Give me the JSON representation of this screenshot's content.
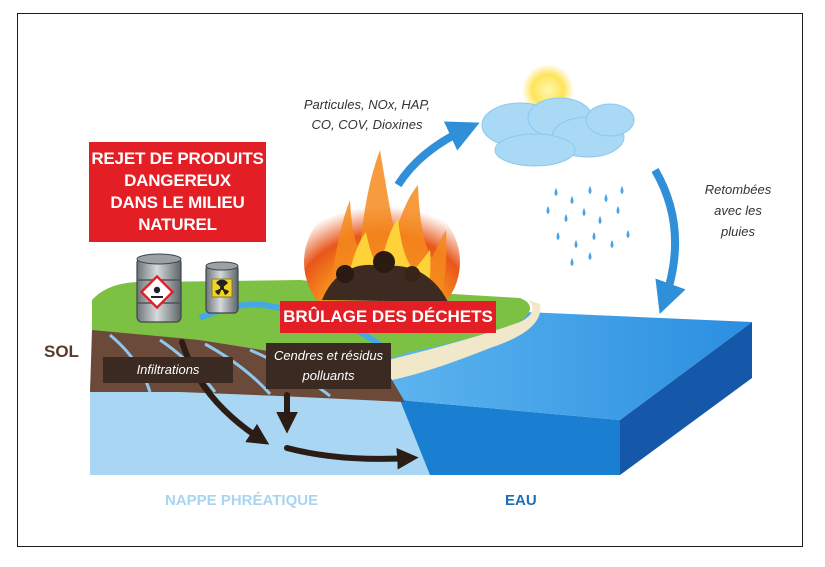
{
  "labels": {
    "rejet_line1": "REJET DE PRODUITS",
    "rejet_line2": "DANGEREUX",
    "rejet_line3": "DANS LE MILIEU",
    "rejet_line4": "NATUREL",
    "brulage": "BRÛLAGE DES DÉCHETS",
    "emissions_line1": "Particules, NOx, HAP,",
    "emissions_line2": "CO, COV, Dioxines",
    "retombees_line1": "Retombées",
    "retombees_line2": "avec les",
    "retombees_line3": "pluies",
    "sol": "SOL",
    "infiltrations": "Infiltrations",
    "cendres_line1": "Cendres et résidus",
    "cendres_line2": "polluants",
    "nappe": "NAPPE PHRÉATIQUE",
    "eau": "EAU"
  },
  "colors": {
    "red": "#e31e24",
    "grass": "#7bc142",
    "soil": "#6b4a3a",
    "groundwater": "#a8d4ef",
    "sea": "#1a86d8",
    "arrow_blue": "#2f8fd8",
    "dark_box": "#3a2a22"
  },
  "icons": [
    "barrel-toxic-icon",
    "barrel-radioactive-icon",
    "fire-icon",
    "cloud-icon",
    "sun-icon",
    "rain-icon"
  ]
}
